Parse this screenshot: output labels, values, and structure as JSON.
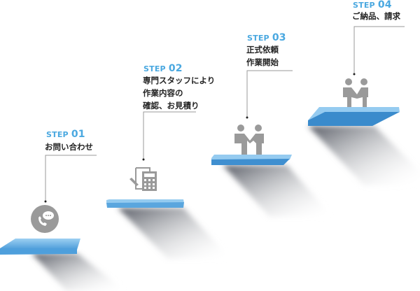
{
  "steps": [
    {
      "prefix": "STEP",
      "number": "01",
      "lines": [
        "お問い合わせ"
      ],
      "icon": "phone-chat-icon"
    },
    {
      "prefix": "STEP",
      "number": "02",
      "lines": [
        "専門スタッフにより",
        "作業内容の",
        "確認、お見積り"
      ],
      "icon": "document-calculator-icon"
    },
    {
      "prefix": "STEP",
      "number": "03",
      "lines": [
        "正式依頼",
        "作業開始"
      ],
      "icon": "handshake-icon"
    },
    {
      "prefix": "STEP",
      "number": "04",
      "lines": [
        "ご納品、請求"
      ],
      "icon": "handshake-icon"
    }
  ],
  "colors": {
    "accent": "#4aa8e0",
    "platform_top": "#8cc6ec",
    "platform_front": "#3d8fd0",
    "icon": "#9a9a9a",
    "line": "#999999"
  }
}
